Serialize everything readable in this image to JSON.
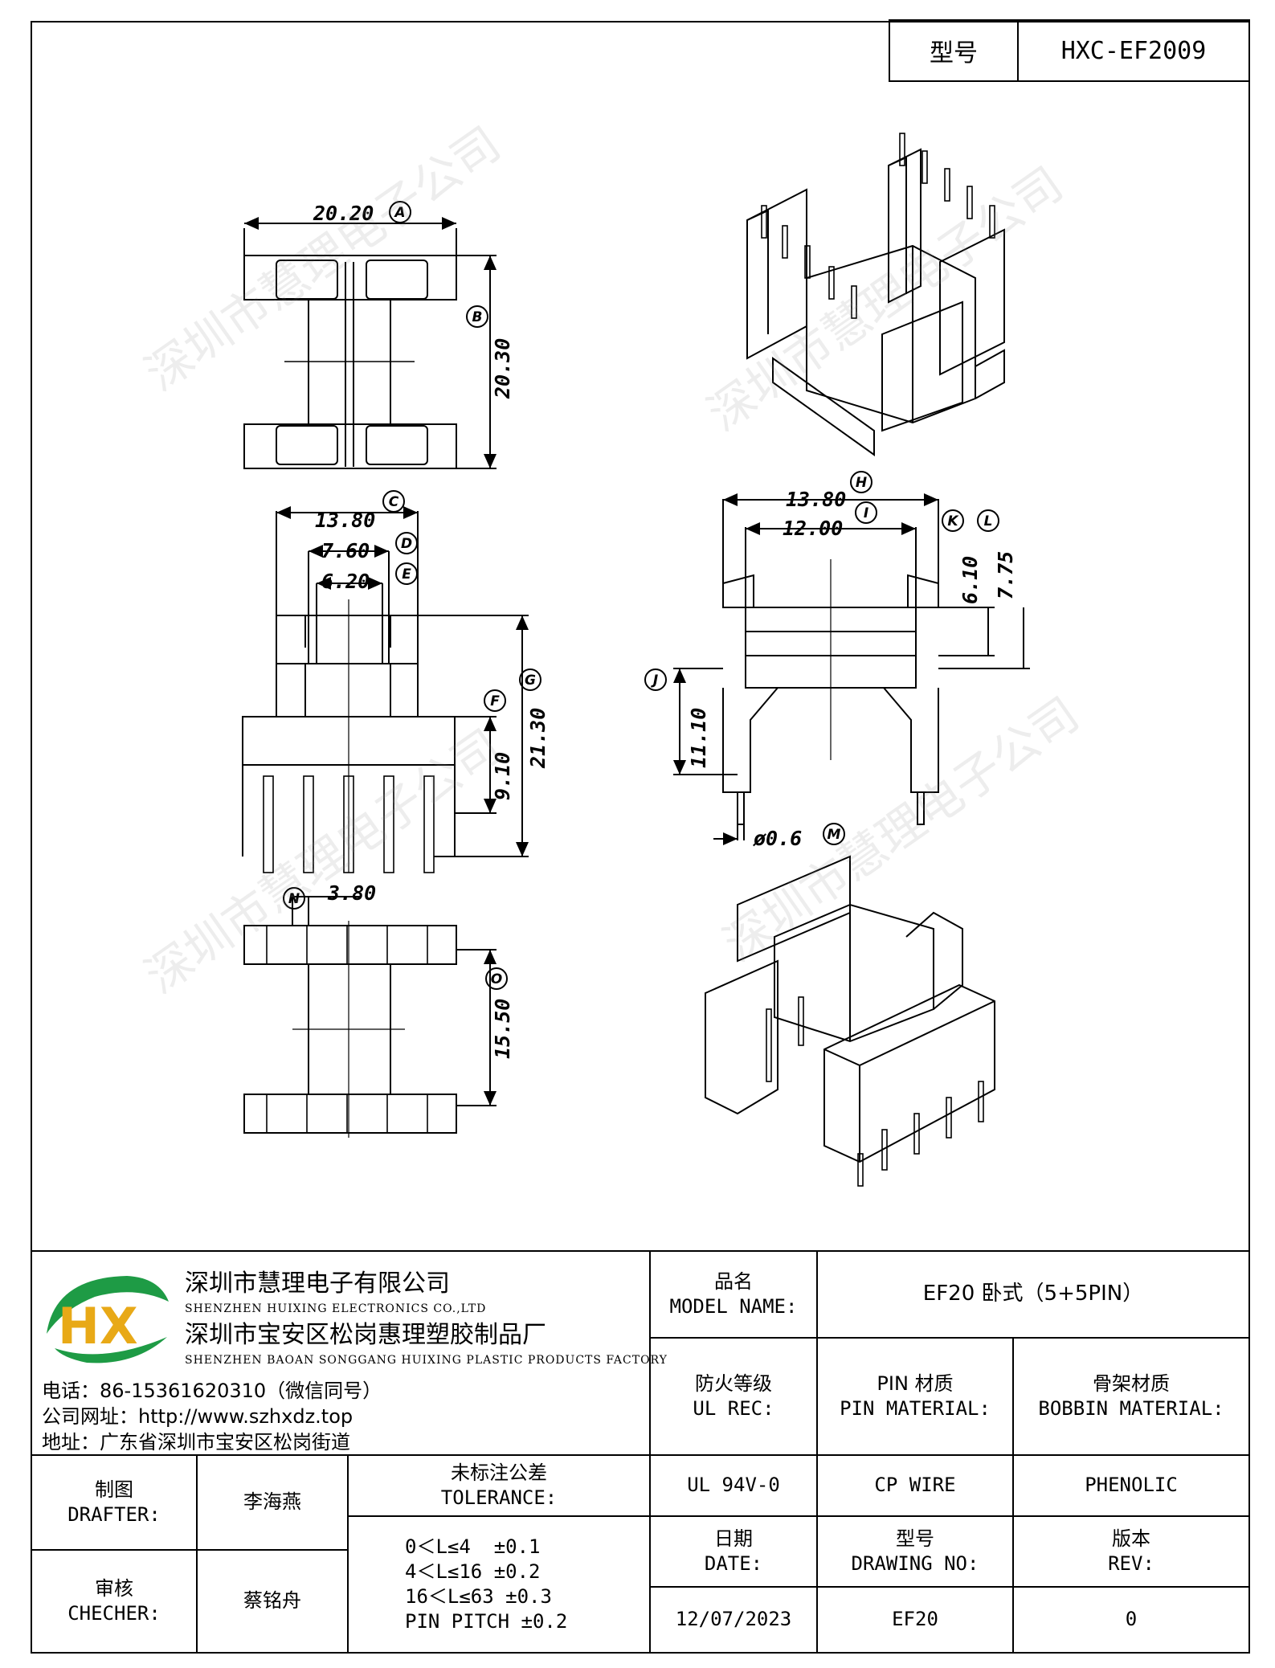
{
  "header": {
    "model_label": "型号",
    "model_value": "HXC-EF2009"
  },
  "watermark": "深圳市慧理电子公司",
  "dimensions": {
    "A": "20.20",
    "B": "20.30",
    "C": "13.80",
    "D": "7.60",
    "E": "6.20",
    "F": "9.10",
    "G": "21.30",
    "H": "13.80",
    "I": "12.00",
    "K": "6.10",
    "L": "7.75",
    "J": "11.10",
    "M": "ø0.6",
    "N": "3.80",
    "O": "15.50"
  },
  "dimension_letters": [
    "A",
    "B",
    "C",
    "D",
    "E",
    "F",
    "G",
    "H",
    "I",
    "J",
    "K",
    "L",
    "M",
    "N",
    "O"
  ],
  "company": {
    "logo_letters": "HX",
    "name_cn": "深圳市慧理电子有限公司",
    "name_en": "SHENZHEN HUIXING ELECTRONICS CO.,LTD",
    "factory_cn": "深圳市宝安区松岗惠理塑胶制品厂",
    "factory_en": "SHENZHEN BAOAN SONGGANG HUIXING PLASTIC PRODUCTS FACTORY",
    "phone": "电话：86-15361620310（微信同号）",
    "website": "公司网址：http://www.szhxdz.top",
    "address": "地址：广东省深圳市宝安区松岗街道"
  },
  "title_block": {
    "model_name_label_cn": "品名",
    "model_name_label_en": "MODEL NAME:",
    "model_name_value": "EF20 卧式（5+5PIN）",
    "ul_label_cn": "防火等级",
    "ul_label_en": "UL REC:",
    "pin_label_cn": "PIN 材质",
    "pin_label_en": "PIN MATERIAL:",
    "bobbin_label_cn": "骨架材质",
    "bobbin_label_en": "BOBBIN MATERIAL:",
    "ul_value": "UL 94V-0",
    "pin_value": "CP WIRE",
    "bobbin_value": "PHENOLIC",
    "drafter_label_cn": "制图",
    "drafter_label_en": "DRAFTER:",
    "drafter_value": "李海燕",
    "checker_label_cn": "审核",
    "checker_label_en": "CHECHER:",
    "checker_value": "蔡铭舟",
    "tolerance_label_cn": "未标注公差",
    "tolerance_label_en": "TOLERANCE:",
    "tolerances": [
      "0＜L≤4  ±0.1",
      "4＜L≤16 ±0.2",
      "16＜L≤63 ±0.3",
      "PIN PITCH ±0.2"
    ],
    "date_label_cn": "日期",
    "date_label_en": "DATE:",
    "date_value": "12/07/2023",
    "drawing_no_label_cn": "型号",
    "drawing_no_label_en": "DRAWING NO:",
    "drawing_no_value": "EF20",
    "rev_label_cn": "版本",
    "rev_label_en": "REV:",
    "rev_value": "0"
  }
}
